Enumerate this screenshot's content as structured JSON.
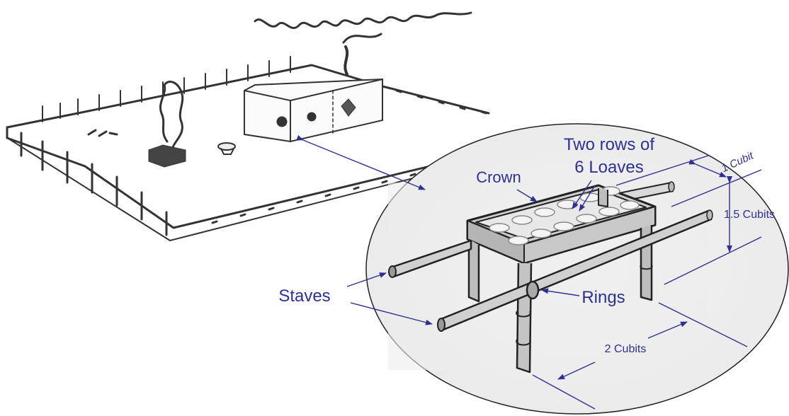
{
  "labels": {
    "two_rows_line1": "Two rows of",
    "two_rows_line2": "6 Loaves",
    "crown": "Crown",
    "one_cubit": "1 Cubit",
    "one_half_cubits": "1.5 Cubits",
    "staves": "Staves",
    "rings": "Rings",
    "two_cubits": "2 Cubits"
  },
  "colors": {
    "annotation": "#2e3192",
    "sketch": "#333333"
  }
}
